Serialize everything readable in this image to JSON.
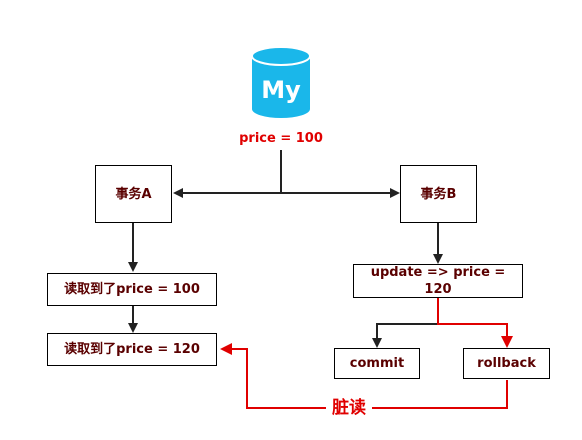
{
  "database": {
    "icon_text": "My",
    "price_label": "price = 100",
    "color": "#1ab7ea"
  },
  "transactions": {
    "a": {
      "title": "事务A",
      "read1": "读取到了price = 100",
      "read2": "读取到了price = 120"
    },
    "b": {
      "title": "事务B",
      "update": "update => price = 120",
      "commit": "commit",
      "rollback": "rollback"
    }
  },
  "dirty_read_label": "脏读",
  "colors": {
    "accent_red": "#e00000",
    "line_black": "#000000",
    "text_dark_red": "#5a0000"
  }
}
